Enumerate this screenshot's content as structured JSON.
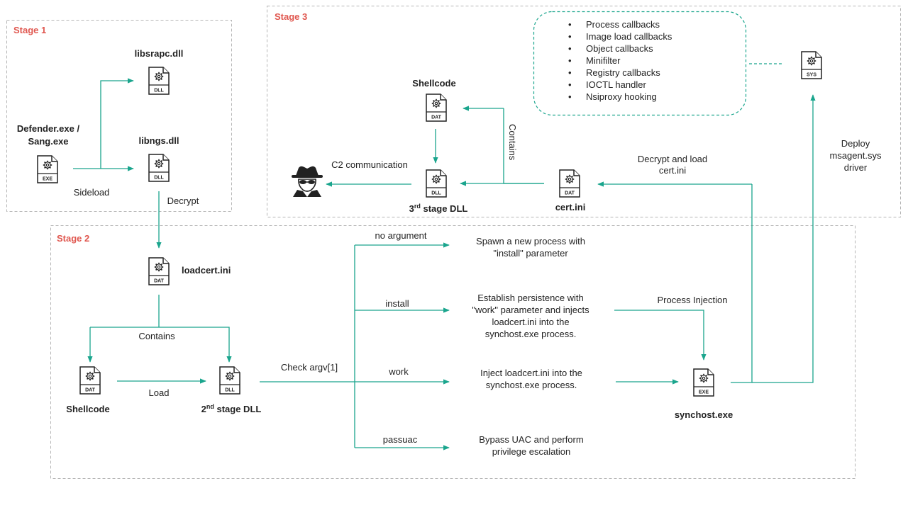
{
  "stages": {
    "stage1": "Stage 1",
    "stage2": "Stage 2",
    "stage3": "Stage 3"
  },
  "nodes": {
    "libsrapc": {
      "label": "libsrapc.dll",
      "tag": "DLL"
    },
    "defender": {
      "label1": "Defender.exe /",
      "label2": "Sang.exe",
      "tag": "EXE"
    },
    "libngs": {
      "label": "libngs.dll",
      "tag": "DLL"
    },
    "loadcert": {
      "label": "loadcert.ini",
      "tag": "DAT"
    },
    "shellcode2": {
      "label": "Shellcode",
      "tag": "DAT"
    },
    "stage2dll": {
      "label_prefix": "2",
      "label_sup": "nd",
      "label_suffix": " stage DLL",
      "tag": "DLL"
    },
    "synchost": {
      "label": "synchost.exe",
      "tag": "EXE"
    },
    "shellcode3": {
      "label": "Shellcode",
      "tag": "DAT"
    },
    "stage3dll": {
      "label_prefix": "3",
      "label_sup": "rd",
      "label_suffix": " stage DLL",
      "tag": "DLL"
    },
    "certini": {
      "label": "cert.ini",
      "tag": "DAT"
    },
    "driver": {
      "tag": "SYS"
    }
  },
  "edges": {
    "sideload": "Sideload",
    "decrypt": "Decrypt",
    "contains2": "Contains",
    "load": "Load",
    "check_argv": "Check argv[1]",
    "no_argument": "no argument",
    "install": "install",
    "work": "work",
    "passuac": "passuac",
    "process_injection": "Process Injection",
    "decrypt_load_1": "Decrypt and load",
    "decrypt_load_2": "cert.ini",
    "deploy_1": "Deploy",
    "deploy_2": "msagent.sys",
    "deploy_3": "driver",
    "contains3": "Contains",
    "c2": "C2 communication"
  },
  "actions": {
    "no_argument": [
      "Spawn a new process with",
      "\"install\" parameter"
    ],
    "install": [
      "Establish persistence with",
      "\"work\" parameter and injects",
      "loadcert.ini into the",
      "synchost.exe process."
    ],
    "work": [
      "Inject loadcert.ini into the",
      "synchost.exe process."
    ],
    "passuac": [
      "Bypass UAC and perform",
      "privilege  escalation"
    ]
  },
  "driver_features": [
    "Process callbacks",
    "Image load callbacks",
    "Object callbacks",
    "Minifilter",
    "Registry callbacks",
    "IOCTL handler",
    "Nsiproxy hooking"
  ],
  "colors": {
    "accent": "#1aa58d",
    "stage_title": "#e0574f",
    "box_border": "#b5b5b5",
    "text": "#222222"
  },
  "icons": {
    "file": "file-gear-icon",
    "actor": "hacker-spy-icon"
  }
}
